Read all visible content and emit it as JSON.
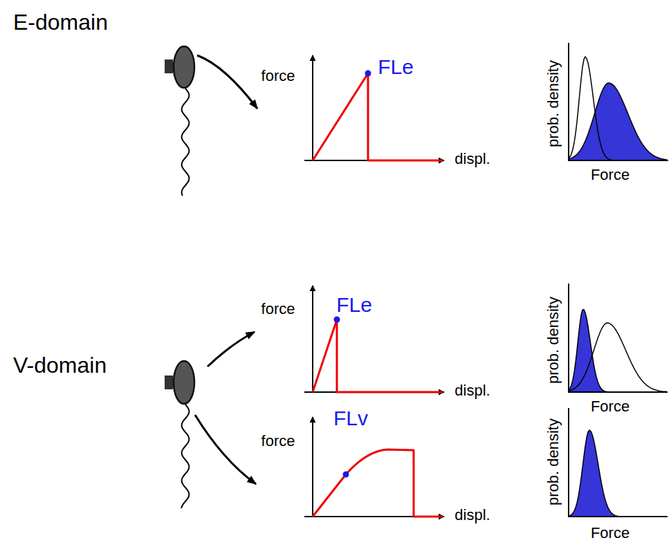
{
  "diagram": {
    "nodes": [
      {
        "text": [
          "E-domain"
        ]
      },
      {
        "text": [
          "V-domain"
        ]
      }
    ],
    "labels": [
      "force",
      "FLe",
      "displ.",
      "prob. density",
      "Force",
      "force",
      "FLe",
      "displ.",
      "prob. density",
      "Force",
      "force",
      "FLv",
      "displ.",
      "prob. density",
      "Force"
    ]
  }
}
